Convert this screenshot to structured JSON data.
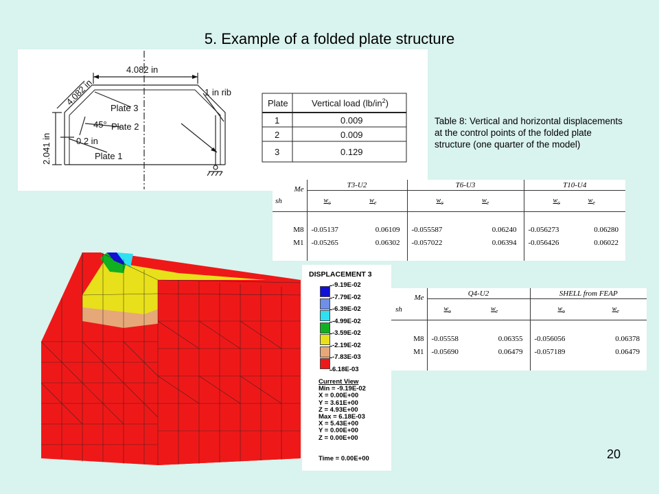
{
  "slide": {
    "title": "5. Example of a folded plate structure",
    "page_number": "20",
    "caption": "Table 8: Vertical and horizontal displacements at the control points of the folded plate structure (one quarter of the model)"
  },
  "figure": {
    "dims": {
      "top": "4.082 in",
      "slant": "4.082 in",
      "height": "2.041 in",
      "thickness": "0.2 in",
      "angle": "45°",
      "rib": "1 in rib"
    },
    "plate_labels": [
      "Plate 3",
      "Plate 2",
      "Plate 1"
    ],
    "load_table": {
      "col_plate": "Plate",
      "col_load_prefix": "Vertical load (lb/in",
      "col_load_sup": "2",
      "col_load_suffix": ")",
      "rows": [
        {
          "plate": "1",
          "load": "0.009"
        },
        {
          "plate": "2",
          "load": "0.009"
        },
        {
          "plate": "3",
          "load": "0.129"
        }
      ]
    }
  },
  "table_top": {
    "mesh_header_a": "Me",
    "mesh_header_b": "sh",
    "elements": [
      "T3-U2",
      "T6-U3",
      "T10-U4"
    ],
    "sub": {
      "wc": "w",
      "wc_sub": "c",
      "we": "w",
      "we_sub": "e"
    },
    "meshes": [
      "M8",
      "M1"
    ],
    "values": [
      [
        [
          "-0.05137",
          "0.06109"
        ],
        [
          "-0.05265",
          "0.06302"
        ]
      ],
      [
        [
          "-0.055587",
          "0.06240"
        ],
        [
          "-0.057022",
          "0.06394"
        ]
      ],
      [
        [
          "-0.056273",
          "0.06280"
        ],
        [
          "-0.056426",
          "0.06022"
        ]
      ]
    ]
  },
  "table_bottom": {
    "mesh_header_a": "Me",
    "mesh_header_b": "sh",
    "elements": [
      "Q4-U2",
      "SHELL from FEAP"
    ],
    "meshes": [
      "M8",
      "M1"
    ],
    "values": [
      [
        [
          "-0.05558",
          "0.06355"
        ],
        [
          "-0.05690",
          "0.06479"
        ]
      ],
      [
        [
          "-0.056056",
          "0.06378"
        ],
        [
          "-0.057189",
          "0.06479"
        ]
      ]
    ]
  },
  "legend": {
    "title": "DISPLACEMENT 3",
    "levels": [
      {
        "label": "-9.19E-02",
        "color": "#1010d8"
      },
      {
        "label": "-7.79E-02",
        "color": "#6f8fe8"
      },
      {
        "label": "-6.39E-02",
        "color": "#2ee0f0"
      },
      {
        "label": "-4.99E-02",
        "color": "#10b020"
      },
      {
        "label": "-3.59E-02",
        "color": "#e8e01a"
      },
      {
        "label": "-2.19E-02",
        "color": "#e6a878"
      },
      {
        "label": "-7.83E-03",
        "color": "#ef1818"
      },
      {
        "label": "6.18E-03",
        "color": ""
      }
    ],
    "info_lines": [
      "Current View",
      "Min = -9.19E-02",
      "X = 0.00E+00",
      "Y = 3.61E+00",
      "Z = 4.93E+00",
      "Max = 6.18E-03",
      "X = 5.43E+00",
      "Y = 0.00E+00",
      "Z = 0.00E+00"
    ],
    "time": "Time = 0.00E+00"
  }
}
